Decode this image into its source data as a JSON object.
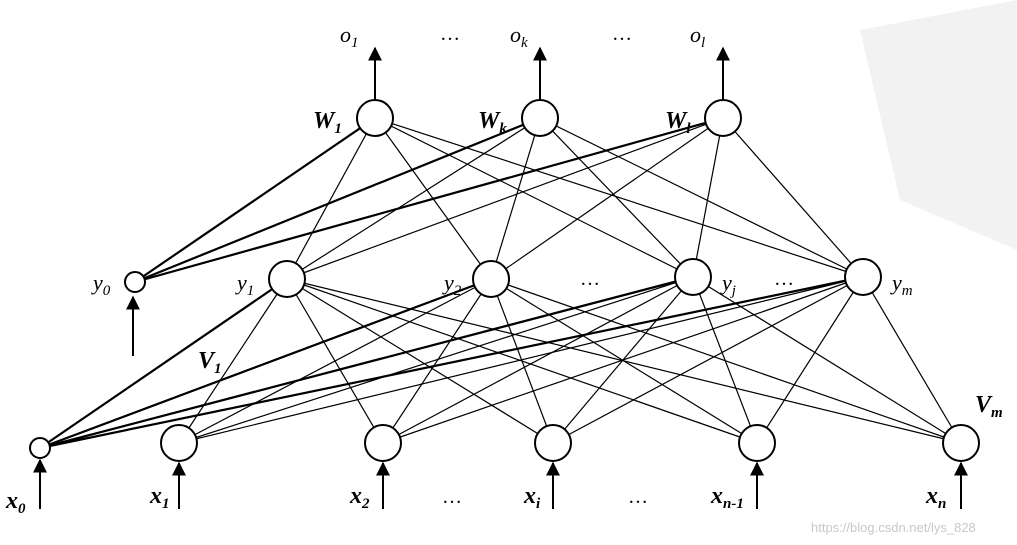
{
  "outputs": [
    {
      "base": "o",
      "sub": "1"
    },
    {
      "base": "o",
      "sub": "k"
    },
    {
      "base": "o",
      "sub": "l"
    }
  ],
  "output_weights": [
    {
      "base": "W",
      "sub": "1"
    },
    {
      "base": "W",
      "sub": "k"
    },
    {
      "base": "W",
      "sub": "l"
    }
  ],
  "hidden": [
    {
      "base": "y",
      "sub": "0"
    },
    {
      "base": "y",
      "sub": "1"
    },
    {
      "base": "y",
      "sub": "2"
    },
    {
      "base": "y",
      "sub": "j"
    },
    {
      "base": "y",
      "sub": "m"
    }
  ],
  "inputs": [
    {
      "base": "x",
      "sub": "0"
    },
    {
      "base": "x",
      "sub": "1"
    },
    {
      "base": "x",
      "sub": "2"
    },
    {
      "base": "x",
      "sub": "i"
    },
    {
      "base": "x",
      "sub": "n-1"
    },
    {
      "base": "x",
      "sub": "n"
    }
  ],
  "hidden_weights": [
    {
      "base": "V",
      "sub": "1"
    },
    {
      "base": "V",
      "sub": "m"
    }
  ],
  "ellipsis": "…",
  "watermark": "https://blog.csdn.net/lys_828"
}
